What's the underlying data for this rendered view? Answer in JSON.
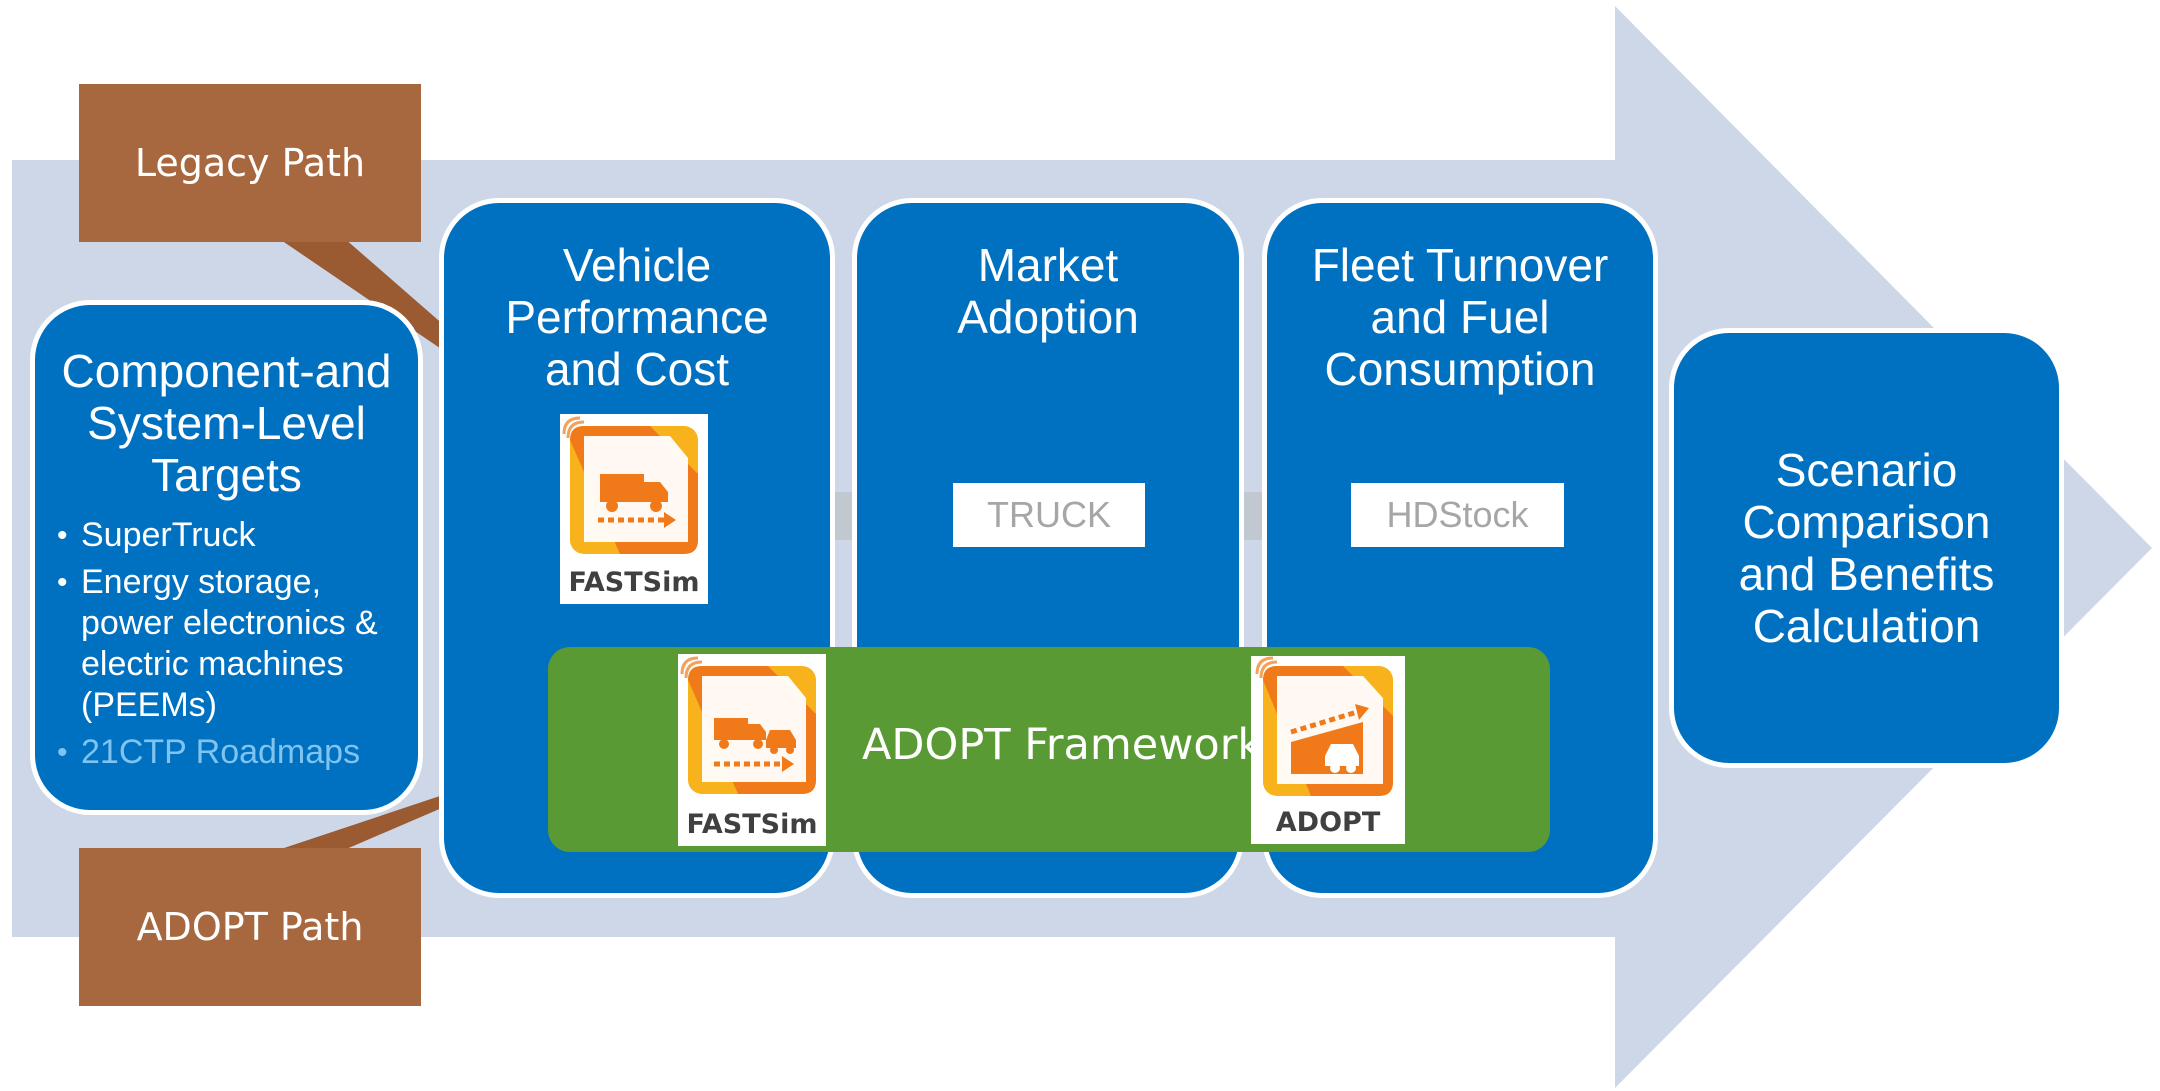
{
  "callouts": {
    "legacy_path": "Legacy Path",
    "adopt_path": "ADOPT Path"
  },
  "targets": {
    "title": "Component-and\nSystem-Level\nTargets",
    "items": [
      "SuperTruck",
      "Energy storage, power electronics & electric machines (PEEMs)",
      "21CTP Roadmaps"
    ]
  },
  "stages": {
    "vehicle": "Vehicle\nPerformance\nand Cost",
    "market": "Market\nAdoption",
    "fleet": "Fleet Turnover\nand Fuel\nConsumption",
    "scenario": "Scenario\nComparison\nand Benefits\nCalculation"
  },
  "models": {
    "truck": "TRUCK",
    "hdstock": "HDStock",
    "fastsim": "FASTSim",
    "adopt": "ADOPT",
    "framework": "ADOPT Framework"
  },
  "colors": {
    "big_arrow": "#cdd7e8",
    "stage_box": "#0070c0",
    "framework": "#5a9a35",
    "callout": "#a8683f",
    "flow_arrow": "#c2c8d0",
    "icon_orange": "#f07a1a",
    "icon_yellow": "#f7b21c"
  },
  "icons": [
    "truck-icon",
    "car-icon",
    "arrow-right-icon"
  ]
}
